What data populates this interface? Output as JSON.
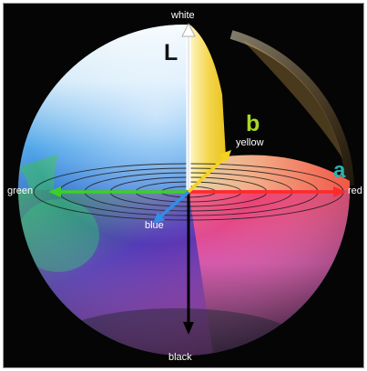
{
  "labels": {
    "top": "white",
    "bottom": "black",
    "left": "green",
    "right": "red",
    "front": "blue",
    "back": "yellow"
  },
  "axis_letters": {
    "L": "L",
    "a": "a",
    "b": "b"
  },
  "colors": {
    "background": "#050505",
    "L_axis_top": "#ffffff",
    "L_axis_bottom": "#000000",
    "a_positive": "#ff2a2a",
    "a_negative": "#3ccf2a",
    "b_positive": "#f5d21e",
    "b_negative": "#2f8ee8",
    "letter_L": "#111111",
    "letter_a": "#2ab3b3",
    "letter_b": "#a8d820"
  }
}
